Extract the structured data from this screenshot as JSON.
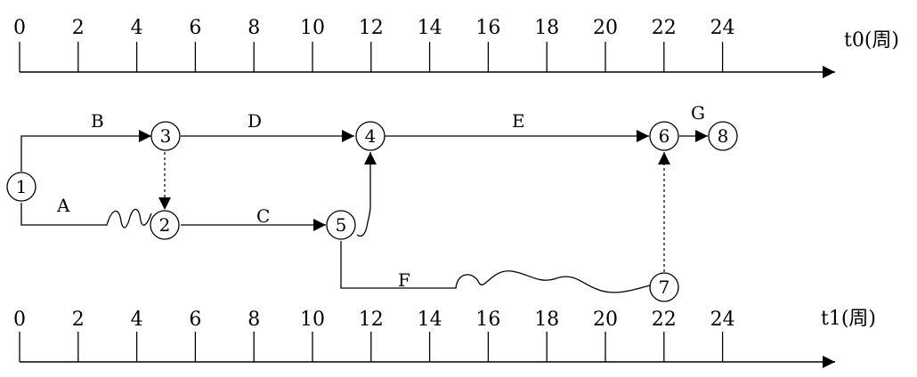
{
  "top_axis": {
    "label": "t0(周)",
    "ticks": [
      "0",
      "2",
      "4",
      "6",
      "8",
      "10",
      "12",
      "14",
      "16",
      "18",
      "20",
      "22",
      "24"
    ]
  },
  "bottom_axis": {
    "label": "t1(周)",
    "ticks": [
      "0",
      "2",
      "4",
      "6",
      "8",
      "10",
      "12",
      "14",
      "16",
      "18",
      "20",
      "22",
      "24"
    ]
  },
  "nodes": [
    "1",
    "2",
    "3",
    "4",
    "5",
    "6",
    "7",
    "8"
  ],
  "activities": {
    "A": "A",
    "B": "B",
    "C": "C",
    "D": "D",
    "E": "E",
    "F": "F",
    "G": "G"
  }
}
